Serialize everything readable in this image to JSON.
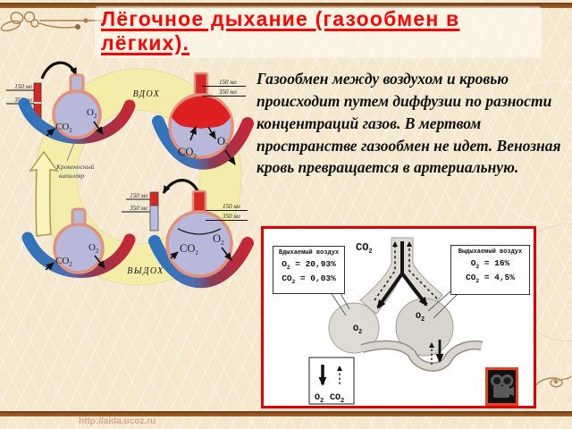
{
  "title": "Лёгочное дыхание (газообмен в лёгких).",
  "body": "Газообмен между воздухом и кровью происходит путем диффузии по разности концентраций газов. В мертвом пространстве газообмен не идет. Венозная кровь превращается в артериальную.",
  "watermark": "http://aida.ucoz.ru",
  "gases": {
    "o2": {
      "base": "O",
      "sub": "2"
    },
    "co2": {
      "base": "CO",
      "sub": "2"
    }
  },
  "cycle": {
    "inhale": "ВДОХ",
    "exhale": "ВЫДОХ",
    "capillary_line1": "Кровеносный",
    "capillary_line2": "капилляр",
    "vol150": "150 мл",
    "vol350": "350 мл"
  },
  "figure": {
    "inhaled": {
      "title": "Вдыхаемый воздух",
      "o2_value": " = 20,93%",
      "co2_value": " = 0,03%"
    },
    "exhaled": {
      "title": "Выдыхаемый воздух",
      "o2_value": " = 16%",
      "co2_value": " = 4,5%"
    }
  },
  "colors": {
    "accent_red": "#e00000",
    "title_red": "#fb0404",
    "alveolus_fill": "#b8b8da",
    "alveolus_stroke": "#e2917f",
    "capillary_blue": "#2f74bd",
    "capillary_red": "#c52735",
    "ring_yellow": "#f3eda9",
    "bar_red": "#d62822",
    "rule_brown": "#8a5a2a",
    "camera_border": "#e8401c"
  }
}
